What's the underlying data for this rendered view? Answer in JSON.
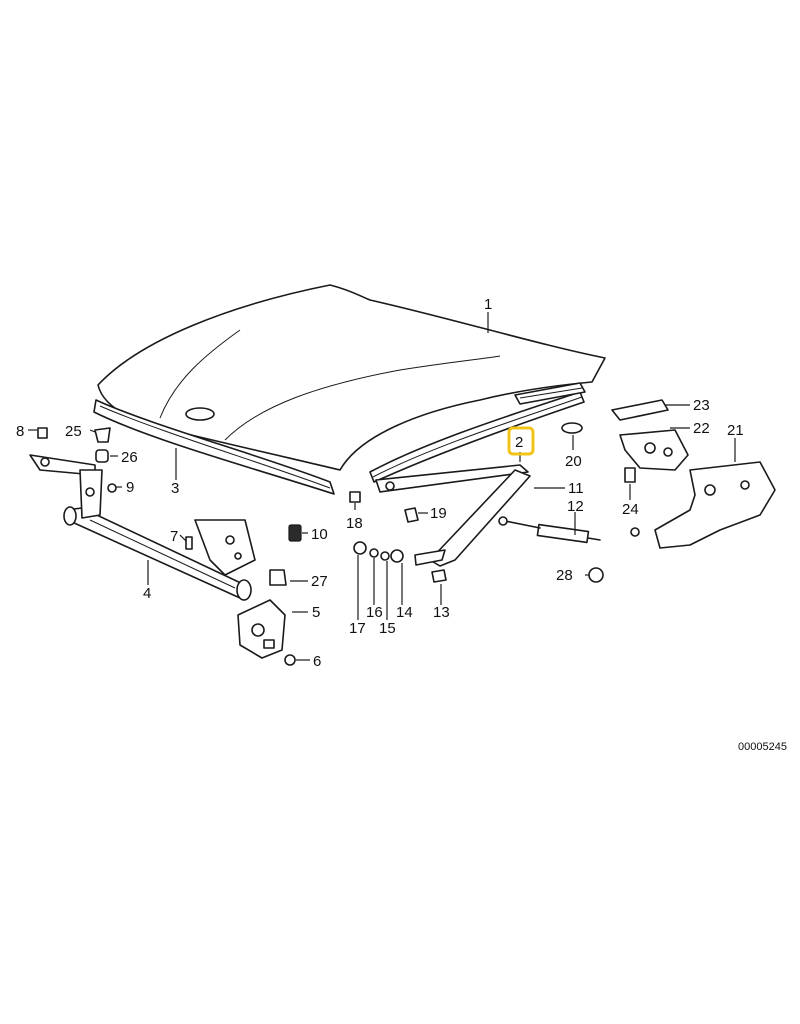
{
  "diagram": {
    "document_id": "00005245",
    "highlight_color": "#f0c419",
    "highlighted_part": "2",
    "callouts": {
      "p1": "1",
      "p2": "2",
      "p3": "3",
      "p4": "4",
      "p5": "5",
      "p6": "6",
      "p7": "7",
      "p8": "8",
      "p9": "9",
      "p10": "10",
      "p11": "11",
      "p12": "12",
      "p13": "13",
      "p14": "14",
      "p15": "15",
      "p16": "16",
      "p17": "17",
      "p18": "18",
      "p19": "19",
      "p20": "20",
      "p21": "21",
      "p22": "22",
      "p23": "23",
      "p24": "24",
      "p25": "25",
      "p26": "26",
      "p27": "27",
      "p28": "28"
    }
  }
}
